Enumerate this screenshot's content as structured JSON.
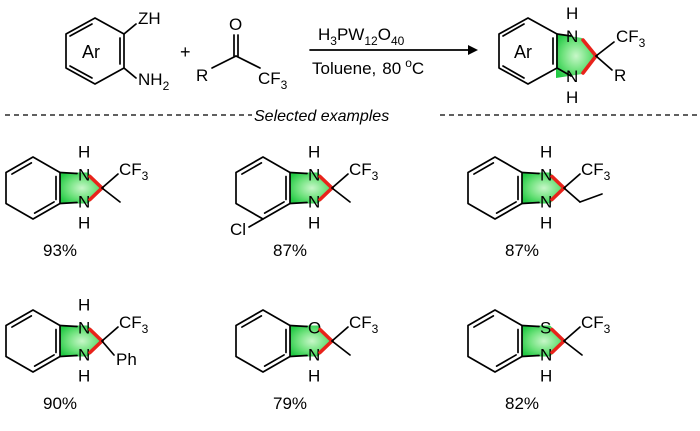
{
  "colors": {
    "highlight_fill": "#2dd14e",
    "highlight_bond": "#e8231b",
    "ink": "#000000"
  },
  "reaction": {
    "reactant1": {
      "ring_label": "Ar",
      "substituent_top": "ZH",
      "substituent_bottom": "NH",
      "substituent_bottom_sub": "2"
    },
    "plus": "+",
    "reactant2": {
      "carbonyl_o": "O",
      "r_group": "R",
      "cf3": "CF",
      "cf3_sub": "3"
    },
    "catalyst": {
      "h": "H",
      "h_sub": "3",
      "pw": "PW",
      "pw_sub": "12",
      "o": "O",
      "o_sub": "40"
    },
    "conditions": {
      "solvent": "Toluene,",
      "temperature": "80",
      "unit_sup": "o",
      "unit": "C"
    },
    "product": {
      "ring_label": "Ar",
      "nh_top": "H",
      "n_top": "N",
      "n_bottom": "N",
      "nh_bottom": "H",
      "cf3": "CF",
      "cf3_sub": "3",
      "r_group": "R"
    }
  },
  "banner": "Selected examples",
  "examples": [
    {
      "top_h": "H",
      "top_atom": "N",
      "bottom_atom": "N",
      "bottom_h": "H",
      "cf3": "CF",
      "cf3_sub": "3",
      "subst": "",
      "ring_sub": "",
      "yield": "93%"
    },
    {
      "top_h": "H",
      "top_atom": "N",
      "bottom_atom": "N",
      "bottom_h": "H",
      "cf3": "CF",
      "cf3_sub": "3",
      "subst": "",
      "ring_sub": "Cl",
      "yield": "87%"
    },
    {
      "top_h": "H",
      "top_atom": "N",
      "bottom_atom": "N",
      "bottom_h": "H",
      "cf3": "CF",
      "cf3_sub": "3",
      "subst": "",
      "ring_sub": "",
      "yield": "87%"
    },
    {
      "top_h": "H",
      "top_atom": "N",
      "bottom_atom": "N",
      "bottom_h": "H",
      "cf3": "CF",
      "cf3_sub": "3",
      "subst": "Ph",
      "ring_sub": "",
      "yield": "90%"
    },
    {
      "top_h": "",
      "top_atom": "O",
      "bottom_atom": "N",
      "bottom_h": "H",
      "cf3": "CF",
      "cf3_sub": "3",
      "subst": "",
      "ring_sub": "",
      "yield": "79%"
    },
    {
      "top_h": "",
      "top_atom": "S",
      "bottom_atom": "N",
      "bottom_h": "H",
      "cf3": "CF",
      "cf3_sub": "3",
      "subst": "",
      "ring_sub": "",
      "yield": "82%"
    }
  ]
}
